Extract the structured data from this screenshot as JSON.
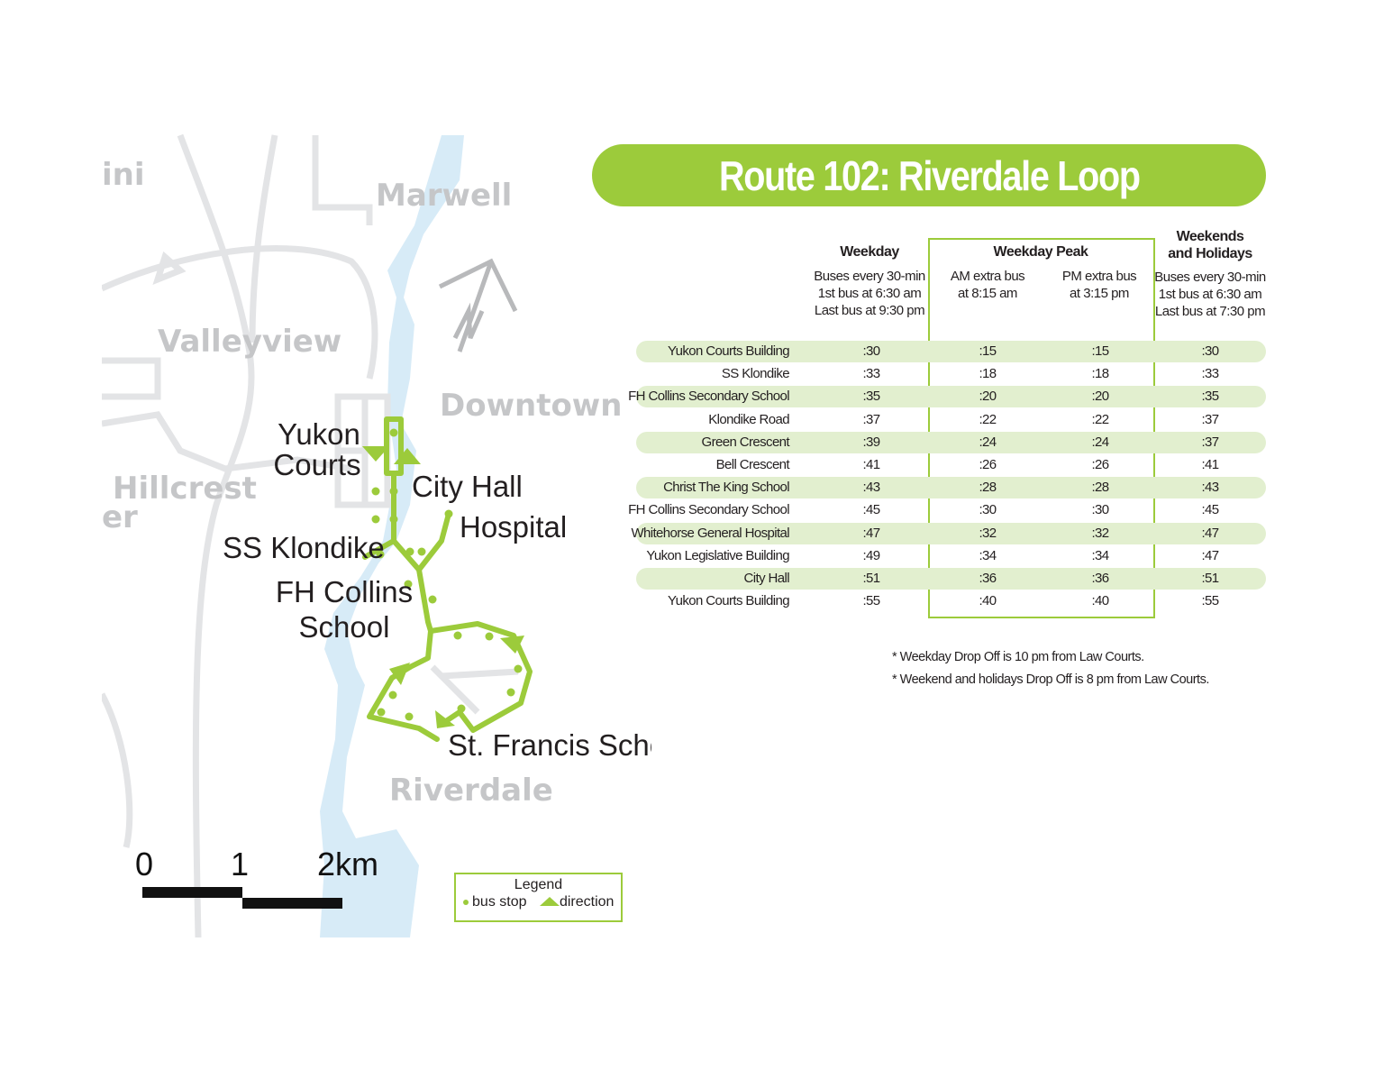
{
  "colors": {
    "route": "#9ccb3b",
    "row_shade": "#e2efcf",
    "river": "#d7ebf7",
    "road": "#e3e4e6",
    "area_label": "#c5c6c8"
  },
  "title": "Route 102: Riverdale Loop",
  "map": {
    "areas": {
      "ini": "ini",
      "marwell": "Marwell",
      "valleyview": "Valleyview",
      "downtown": "Downtown",
      "hillcrest": "Hillcrest",
      "er": "er",
      "riverdale": "Riverdale"
    },
    "stops": {
      "yukon": "Yukon",
      "courts": "Courts",
      "city_hall": "City Hall",
      "hospital": "Hospital",
      "ss_klondike": "SS Klondike",
      "fh_collins": "FH Collins",
      "school": "School",
      "st_francis": "St. Francis School"
    },
    "compass_icon": "north-arrow-icon",
    "scale": {
      "zero": "0",
      "one": "1",
      "two": "2km"
    },
    "legend": {
      "title": "Legend",
      "bus_stop": "bus stop",
      "direction": "direction"
    }
  },
  "schedule": {
    "headers": {
      "weekday": {
        "title": "Weekday",
        "lines": [
          "Buses every 30-min",
          "1st bus at 6:30 am",
          "Last bus at 9:30 pm"
        ]
      },
      "peak": {
        "title": "Weekday Peak",
        "am": [
          "AM extra bus",
          "at 8:15 am"
        ],
        "pm": [
          "PM extra bus",
          "at 3:15 pm"
        ]
      },
      "weekend": {
        "title": [
          "Weekends",
          "and Holidays"
        ],
        "lines": [
          "Buses every 30-min",
          "1st bus at 6:30 am",
          "Last bus at 7:30 pm"
        ]
      }
    },
    "rows": [
      {
        "stop": "Yukon Courts Building",
        "weekday": ":30",
        "am": ":15",
        "pm": ":15",
        "weekend": ":30"
      },
      {
        "stop": "SS Klondike",
        "weekday": ":33",
        "am": ":18",
        "pm": ":18",
        "weekend": ":33"
      },
      {
        "stop": "FH Collins Secondary School",
        "weekday": ":35",
        "am": ":20",
        "pm": ":20",
        "weekend": ":35"
      },
      {
        "stop": "Klondike Road",
        "weekday": ":37",
        "am": ":22",
        "pm": ":22",
        "weekend": ":37"
      },
      {
        "stop": "Green Crescent",
        "weekday": ":39",
        "am": ":24",
        "pm": ":24",
        "weekend": ":37"
      },
      {
        "stop": "Bell Crescent",
        "weekday": ":41",
        "am": ":26",
        "pm": ":26",
        "weekend": ":41"
      },
      {
        "stop": "Christ The King School",
        "weekday": ":43",
        "am": ":28",
        "pm": ":28",
        "weekend": ":43"
      },
      {
        "stop": "FH Collins Secondary School",
        "weekday": ":45",
        "am": ":30",
        "pm": ":30",
        "weekend": ":45"
      },
      {
        "stop": "Whitehorse General Hospital",
        "weekday": ":47",
        "am": ":32",
        "pm": ":32",
        "weekend": ":47"
      },
      {
        "stop": "Yukon Legislative Building",
        "weekday": ":49",
        "am": ":34",
        "pm": ":34",
        "weekend": ":47"
      },
      {
        "stop": "City Hall",
        "weekday": ":51",
        "am": ":36",
        "pm": ":36",
        "weekend": ":51"
      },
      {
        "stop": "Yukon Courts Building",
        "weekday": ":55",
        "am": ":40",
        "pm": ":40",
        "weekend": ":55"
      }
    ],
    "notes": [
      "* Weekday Drop Off is 10 pm from Law Courts.",
      "* Weekend and holidays Drop Off is 8 pm from Law Courts."
    ]
  }
}
